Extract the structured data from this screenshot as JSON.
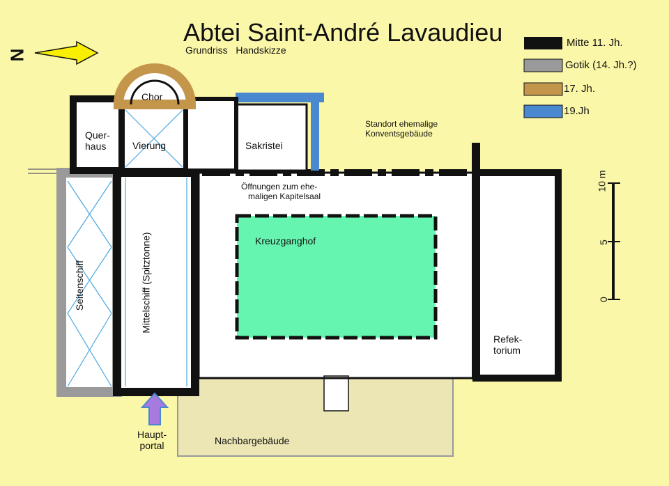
{
  "title": "Abtei Saint-André Lavaudieu",
  "subtitle": "Grundriss   Handskizze",
  "north": "N",
  "legend": [
    {
      "label": "Mitte 11. Jh.",
      "color": "#111111"
    },
    {
      "label": "Gotik (14. Jh.?)",
      "color": "#9a9a9a"
    },
    {
      "label": "17. Jh.",
      "color": "#c4964c"
    },
    {
      "label": "19.Jh",
      "color": "#4a88d0"
    }
  ],
  "scale": {
    "unit": "m",
    "ticks": [
      "0",
      "5",
      "10 m"
    ],
    "length_m": 10
  },
  "labels": {
    "chor": "Chor",
    "querhaus": "Quer-\nhaus",
    "vierung": "Vierung",
    "sakristei": "Sakristei",
    "konvent": "Standort ehemalige\nKonventsgebäude",
    "kapitelsaal": "Öffnungen zum ehe-\n   maligen Kapitelsaal",
    "kreuzganghof": "Kreuzganghof",
    "seitenschiff": "Seitenschiff",
    "mittelschiff": "Mittelschiff (Spitztonne)",
    "refektorium": "Refek-\ntorium",
    "hauptportal": "Haupt-\nportal",
    "nachbar": "Nachbargebäude"
  },
  "colors": {
    "background": "#fbf7a8",
    "courtyard": "#66f5b0",
    "neighbor": "#ebe6b4",
    "portal": "#a77ae0"
  }
}
